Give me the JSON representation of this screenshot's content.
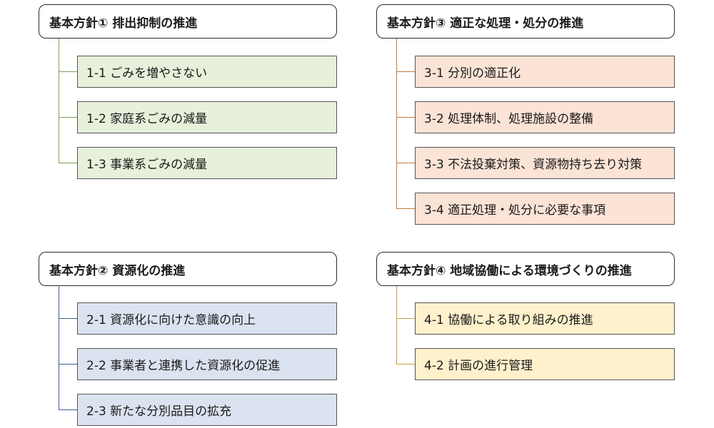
{
  "policies": [
    {
      "title": "基本方針① 排出抑制の推進",
      "color": "#e6f0da",
      "items": [
        "1-1 ごみを増やさない",
        "1-2 家庭系ごみの減量",
        "1-3 事業系ごみの減量"
      ]
    },
    {
      "title": "基本方針② 資源化の推進",
      "color": "#dbe3f0",
      "items": [
        "2-1 資源化に向けた意識の向上",
        "2-2 事業者と連携した資源化の促進",
        "2-3 新たな分別品目の拡充"
      ]
    },
    {
      "title": "基本方針③ 適正な処理・処分の推進",
      "color": "#fbe3d6",
      "items": [
        "3-1 分別の適正化",
        "3-2 処理体制、処理施設の整備",
        "3-3 不法投棄対策、資源物持ち去り対策",
        "3-4 適正処理・処分に必要な事項"
      ]
    },
    {
      "title": "基本方針④ 地域協働による環境づくりの推進",
      "color": "#fff1cc",
      "items": [
        "4-1 協働による取り組みの推進",
        "4-2 計画の進行管理"
      ]
    }
  ]
}
